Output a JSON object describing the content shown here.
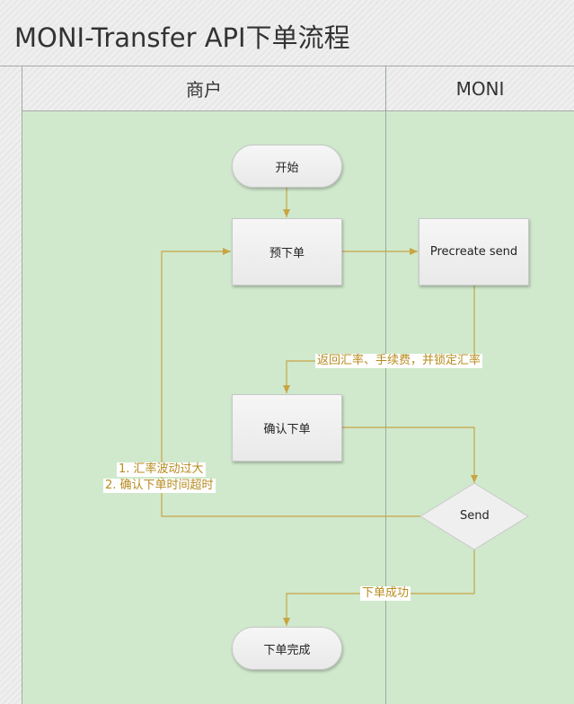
{
  "title": "MONI-Transfer API下单流程",
  "lanes": [
    {
      "label": "商户"
    },
    {
      "label": "MONI"
    }
  ],
  "nodes": {
    "start": "开始",
    "pre_order": "预下单",
    "precreate": "Precreate send",
    "confirm": "确认下单",
    "send": "Send",
    "done": "下单完成"
  },
  "edges": {
    "return_rate": "返回汇率、手续费，并锁定汇率",
    "failure_line1": "1. 汇率波动过大",
    "failure_line2": "2. 确认下单时间超时",
    "success": "下单成功"
  },
  "colors": {
    "connector": "#c8a544",
    "lane_fill": "#d0e9cd",
    "edge_label_text": "#b78b1e"
  }
}
